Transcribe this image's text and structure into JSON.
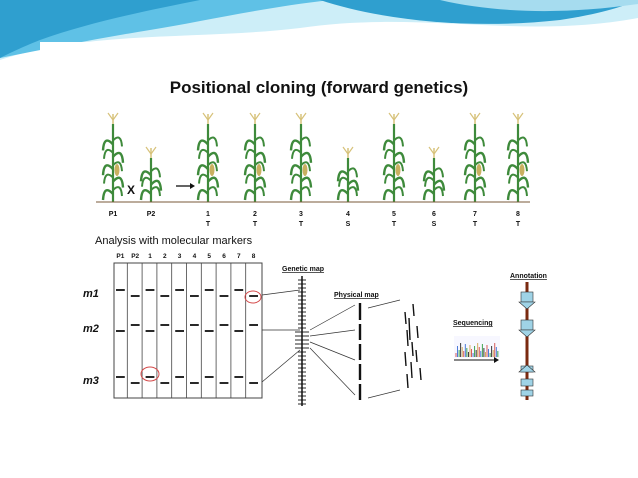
{
  "title": "Positional cloning (forward genetics)",
  "colors": {
    "banner_light": "#a6dcef",
    "banner_dark": "#2f9fcf",
    "plant_green": "#3e8a3b",
    "tassel": "#d7c27a",
    "grid_line": "#444444",
    "highlight": "#d44a4a",
    "chromosome": "#7a2a10",
    "gene_box": "#9fd3e6"
  },
  "cross": {
    "cross_symbol": "X",
    "parents": [
      "P1",
      "P2"
    ],
    "offspring": [
      {
        "num": "1",
        "phenotype": "T"
      },
      {
        "num": "2",
        "phenotype": "T"
      },
      {
        "num": "3",
        "phenotype": "T"
      },
      {
        "num": "4",
        "phenotype": "S"
      },
      {
        "num": "5",
        "phenotype": "T"
      },
      {
        "num": "6",
        "phenotype": "S"
      },
      {
        "num": "7",
        "phenotype": "T"
      },
      {
        "num": "8",
        "phenotype": "T"
      }
    ]
  },
  "markers": {
    "heading": "Analysis with molecular markers",
    "columns": [
      "P1",
      "P2",
      "1",
      "2",
      "3",
      "4",
      "5",
      "6",
      "7",
      "8"
    ],
    "rows": [
      "m1",
      "m2",
      "m3"
    ]
  },
  "labels": {
    "genetic_map": "Genetic map",
    "physical_map": "Physical map",
    "sequencing": "Sequencing",
    "annotation": "Annotation"
  }
}
